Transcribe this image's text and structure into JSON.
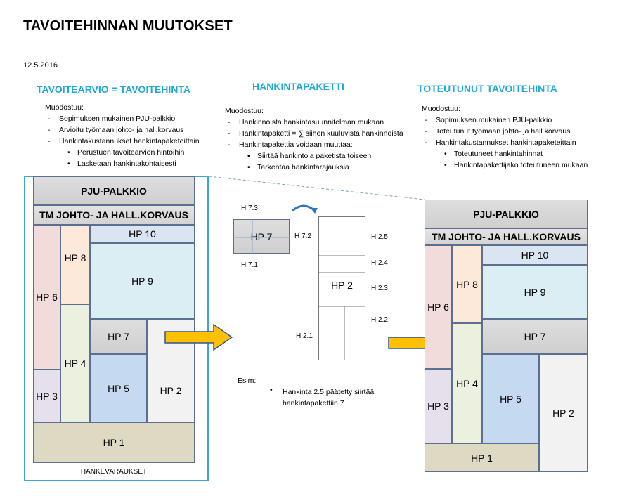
{
  "title": "TAVOITEHINNAN MUUTOKSET",
  "date": "12.5.2016",
  "left": {
    "heading": "TAVOITEARVIO = TAVOITEHINTA",
    "intro": "Muodostuu:",
    "items": [
      "Sopimuksen mukainen PJU-palkkio",
      "Arvioitu työmaan johto- ja hall.korvaus",
      "Hankintakustannukset hankintapaketeittain"
    ],
    "subitems": [
      "Perustuen tavoitearvion hintoihin",
      "Lasketaan hankintakohtaisesti"
    ],
    "blocks": {
      "pju": "PJU-PALKKIO",
      "tm": "TM JOHTO- JA HALL.KORVAUS",
      "hp10": "HP 10",
      "hp8": "HP 8",
      "hp9": "HP 9",
      "hp6": "HP 6",
      "hp7": "HP 7",
      "hp4": "HP 4",
      "hp5": "HP 5",
      "hp2": "HP 2",
      "hp3": "HP 3",
      "hp1": "HP 1"
    },
    "footer": "HANKEVARAUKSET"
  },
  "middle": {
    "heading": "HANKINTAPAKETTI",
    "intro": "Muodostuu:",
    "items": [
      "Hankinnoista hankintasuunnitelman mukaan",
      "Hankintapaketti = ∑ siihen kuuluvista hankinnoista",
      "Hankintapakettia voidaan muuttaa:"
    ],
    "subitems": [
      "Siirtää hankintoja paketista toiseen",
      "Tarkentaa hankintarajauksia"
    ],
    "hp7_box": "HP 7",
    "hp2_box": "HP 2",
    "labels": {
      "h73": "H 7.3",
      "h72": "H 7.2",
      "h71": "H 7.1",
      "h25": "H 2.5",
      "h24": "H 2.4",
      "h23": "H 2.3",
      "h22": "H 2.2",
      "h21": "H 2.1"
    },
    "example_label": "Esim:",
    "example_text_1": "Hankinta 2.5 päätetty siirtää",
    "example_text_2": "hankintapakettiin 7"
  },
  "right": {
    "heading": "TOTEUTUNUT TAVOITEHINTA",
    "intro": "Muodostuu:",
    "items": [
      "Sopimuksen mukainen PJU-palkkio",
      "Toteutunut työmaan johto- ja hall.korvaus",
      "Hankintakustannukset hankintapaketeittain"
    ],
    "subitems": [
      "Toteutuneet hankintahinnat",
      "Hankintapakettijako toteutuneen mukaan"
    ],
    "blocks": {
      "pju": "PJU-PALKKIO",
      "tm": "TM JOHTO- JA HALL.KORVAUS",
      "hp10": "HP 10",
      "hp8": "HP 8",
      "hp9": "HP 9",
      "hp6": "HP 6",
      "hp7": "HP 7",
      "hp4": "HP 4",
      "hp5": "HP 5",
      "hp2": "HP 2",
      "hp3": "HP 3",
      "hp1": "HP 1"
    }
  },
  "colors": {
    "heading": "#1fa9d8",
    "arrow_fill": "#ffc000",
    "arrow_stroke": "#2f5597",
    "frame": "#3aa6d8"
  }
}
